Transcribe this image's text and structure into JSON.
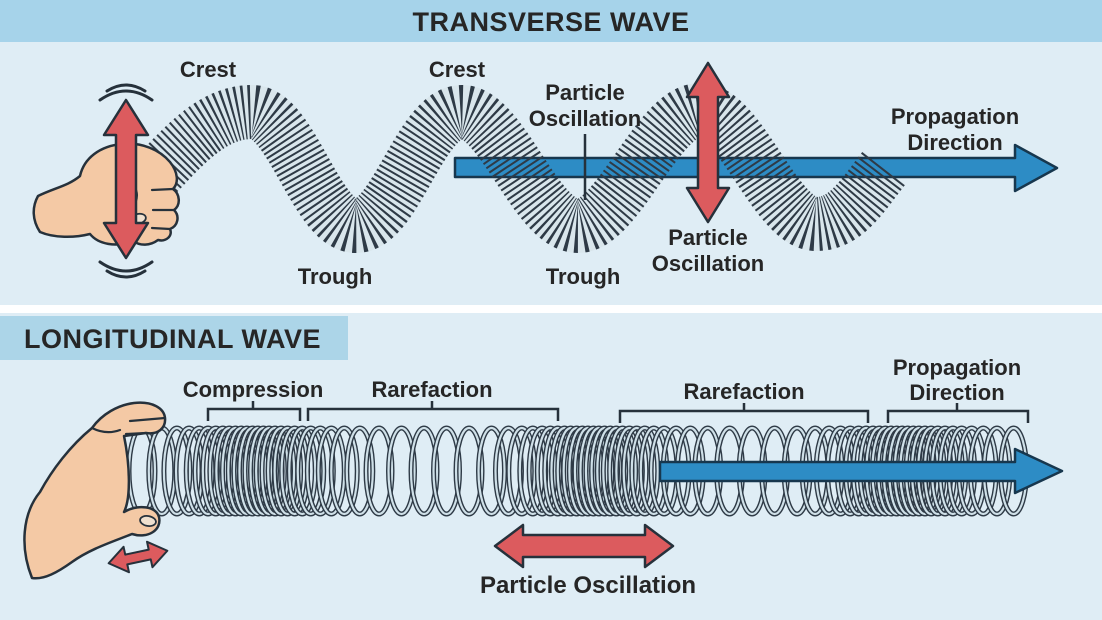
{
  "colors": {
    "header_band": "#A6D3EA",
    "title_box": "#ACD5E8",
    "section_bg": "#DFEDF5",
    "divider": "#FFFFFF",
    "text": "#262626",
    "red_arrow": "#DC5B5E",
    "blue_arrow": "#2D8CC5",
    "arrow_outline": "#17374E",
    "coil_dark": "#2E3A46",
    "coil_light": "#CFE0E8",
    "slinky_band": "#D9E6EC",
    "skin": "#F4C9A5",
    "skin_outline": "#26313B",
    "nail": "#EFE0CF"
  },
  "transverse": {
    "title": "TRANSVERSE WAVE",
    "crest_label_1": "Crest",
    "crest_label_2": "Crest",
    "trough_label_1": "Trough",
    "trough_label_2": "Trough",
    "particle_oscillation_top": {
      "line1": "Particle",
      "line2": "Oscillation"
    },
    "particle_oscillation_right": {
      "line1": "Particle",
      "line2": "Oscillation"
    },
    "propagation": {
      "line1": "Propagation",
      "line2": "Direction"
    }
  },
  "longitudinal": {
    "title": "LONGITUDINAL WAVE",
    "compression_label": "Compression",
    "rarefaction_label_1": "Rarefaction",
    "rarefaction_label_2": "Rarefaction",
    "propagation": {
      "line1": "Propagation",
      "line2": "Direction"
    },
    "particle_oscillation_label": "Particle Oscillation"
  }
}
